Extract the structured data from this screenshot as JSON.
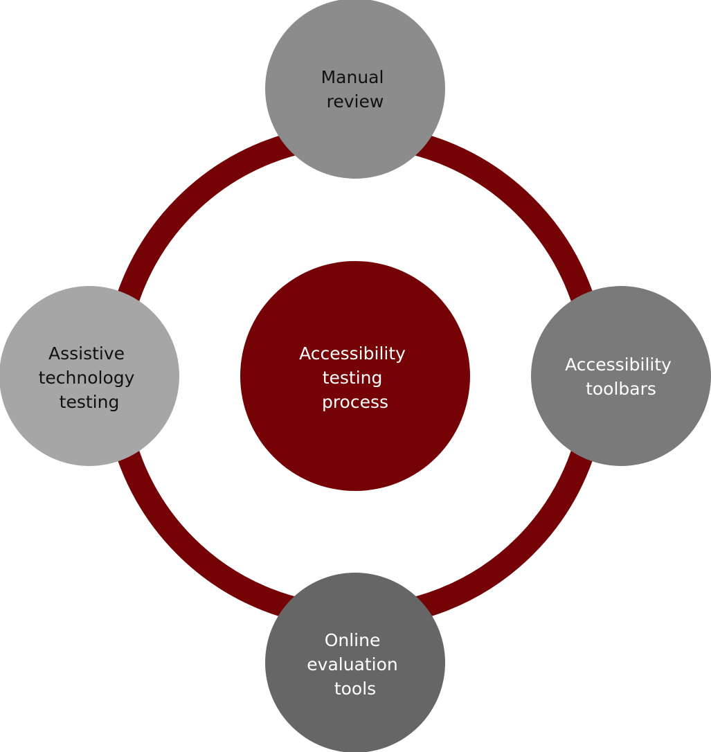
{
  "diagram": {
    "center": {
      "lines": [
        "Accessibility",
        "testing",
        "process"
      ],
      "fill": "#750305",
      "text_color": "#ffffff"
    },
    "ring_color": "#750305",
    "nodes": [
      {
        "id": "top",
        "lines": [
          "Manual",
          "review"
        ],
        "fill": "#8c8c8c",
        "text_color": "#111111"
      },
      {
        "id": "right",
        "lines": [
          "Accessibility",
          "toolbars"
        ],
        "fill": "#7a7a7a",
        "text_color": "#ffffff"
      },
      {
        "id": "bottom",
        "lines": [
          "Online",
          "evaluation",
          "tools"
        ],
        "fill": "#666666",
        "text_color": "#ffffff"
      },
      {
        "id": "left",
        "lines": [
          "Assistive",
          "technology",
          "testing"
        ],
        "fill": "#a6a6a6",
        "text_color": "#111111"
      }
    ]
  }
}
